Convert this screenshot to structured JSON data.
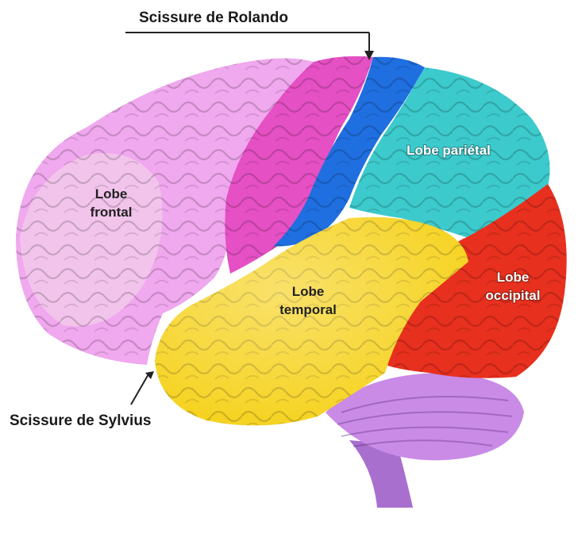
{
  "labels": {
    "rolando": "Scissure de Rolando",
    "sylvius": "Scissure de Sylvius",
    "frontal_line1": "Lobe",
    "frontal_line2": "frontal",
    "parietal": "Lobe pariétal",
    "temporal_line1": "Lobe",
    "temporal_line2": "temporal",
    "occipital_line1": "Lobe",
    "occipital_line2": "occipital"
  },
  "colors": {
    "frontal": "#f0a8ee",
    "frontal_front": "#f2c9ea",
    "precentral": "#e550c4",
    "central": "#1f6fe0",
    "parietal": "#3ccacc",
    "temporal": "#f6d21c",
    "occipital": "#e8301e",
    "cerebellum": "#c98be6",
    "brainstem": "#a96fcf"
  }
}
